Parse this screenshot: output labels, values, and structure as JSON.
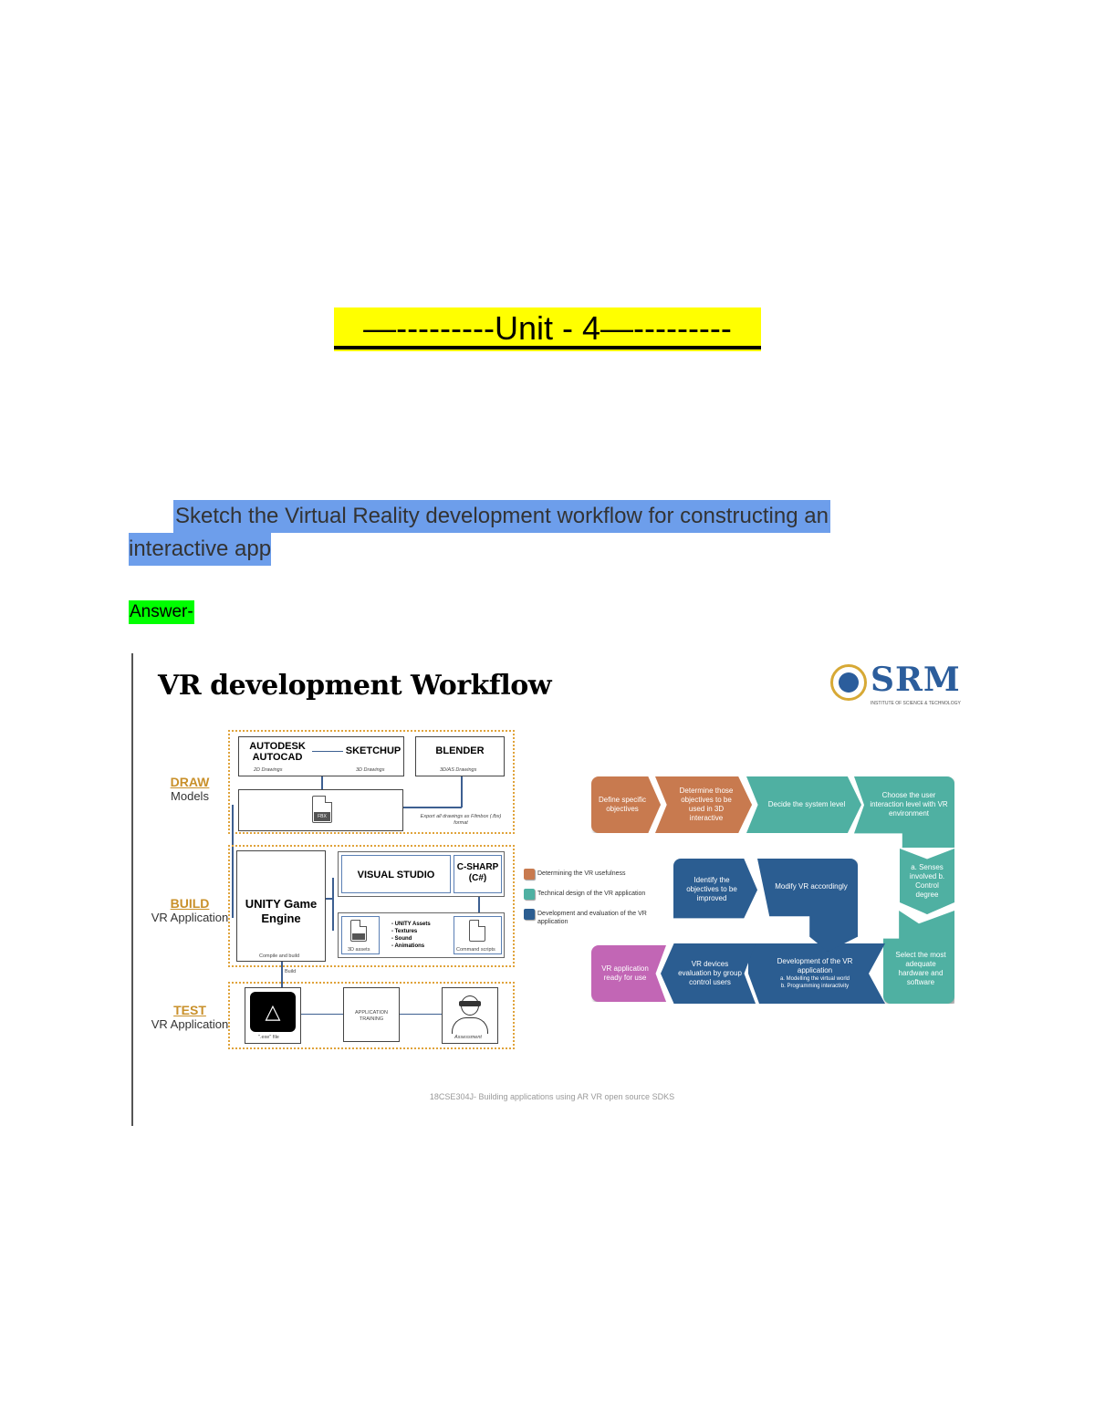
{
  "document": {
    "unit_heading": "—---------Unit - 4—---------",
    "question": {
      "line1": "Sketch the Virtual Reality  development workflow for constructing an",
      "line2": "interactive app"
    },
    "answer_label": "Answer-",
    "colors": {
      "heading_highlight": "#ffff00",
      "question_highlight": "#6d9eeb",
      "answer_highlight": "#00ff00"
    }
  },
  "figure": {
    "title": "VR development Workflow",
    "logo": {
      "text": "SRM",
      "subtitle": "INSTITUTE OF SCIENCE & TECHNOLOGY"
    },
    "stages": [
      {
        "title": "DRAW",
        "subtitle": "Models"
      },
      {
        "title": "BUILD",
        "subtitle": "VR Application"
      },
      {
        "title": "TEST",
        "subtitle": "VR Application"
      }
    ],
    "draw": {
      "autocad": "AUTODESK AUTOCAD",
      "autocad_caption": "2D Drawings",
      "sketchup": "SKETCHUP",
      "sketchup_caption": "3D Drawings",
      "blender": "BLENDER",
      "blender_caption": "3D/AS Drawings",
      "file_tag": "FBX",
      "export_note": "Export all drawings as Filmbox (.fbx) format"
    },
    "build": {
      "unity": "UNITY Game Engine",
      "unity_caption": "Compile and build",
      "visual_studio": "VISUAL STUDIO",
      "csharp": "C-SHARP (C#)",
      "assets_caption": "3D assets",
      "asset_list": [
        "UNITY Assets",
        "Textures",
        "Sound",
        "Animations"
      ],
      "scripts_caption": "Command scripts",
      "build_label": "Build"
    },
    "test": {
      "exe_caption": "\".exe\" file",
      "training": "APPLICATION TRAINING",
      "assessment_caption": "Assessment"
    },
    "legend": [
      {
        "label": "Determining the VR usefulness",
        "color": "#c87a4f"
      },
      {
        "label": "Technical design of the VR application",
        "color": "#4fb0a2"
      },
      {
        "label": "Development and evaluation of the VR application",
        "color": "#2b5d91"
      }
    ],
    "flow_steps": [
      {
        "text": "Define specific objectives",
        "color": "#c87a4f"
      },
      {
        "text": "Determine those objectives to be used in 3D interactive",
        "color": "#c87a4f"
      },
      {
        "text": "Decide the system level",
        "color": "#4fb0a2"
      },
      {
        "text": "Choose the user interaction level with VR environment",
        "color": "#4fb0a2"
      },
      {
        "text": "a. Senses involved  b. Control degree",
        "color": "#4fb0a2"
      },
      {
        "text": "Select the most adequate hardware and software",
        "color": "#4fb0a2"
      },
      {
        "text": "Development of the VR application",
        "sub": [
          "a. Modelling the virtual world",
          "b. Programming interactivity"
        ],
        "color": "#2b5d91"
      },
      {
        "text": "VR devices evaluation by group control users",
        "color": "#2b5d91"
      },
      {
        "text": "Identify the objectives to be improved",
        "color": "#2b5d91"
      },
      {
        "text": "Modify VR accordingly",
        "color": "#2b5d91"
      },
      {
        "text": "VR application ready for use",
        "color": "#c266b5"
      }
    ],
    "footer": "18CSE304J- Building applications using AR VR open source SDKS"
  }
}
